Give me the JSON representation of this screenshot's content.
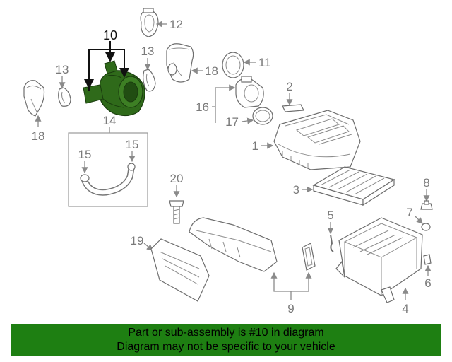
{
  "colors": {
    "banner": "#1e7f12",
    "highlight_part": "#2f6a1a",
    "lines": "#8a8a8a"
  },
  "labels": {
    "l1": "1",
    "l2": "2",
    "l3": "3",
    "l4": "4",
    "l5": "5",
    "l6": "6",
    "l7": "7",
    "l8": "8",
    "l9": "9",
    "l10": "10",
    "l11": "11",
    "l12": "12",
    "l13a": "13",
    "l13b": "13",
    "l14": "14",
    "l15a": "15",
    "l15b": "15",
    "l16": "16",
    "l17": "17",
    "l18a": "18",
    "l18b": "18",
    "l19": "19",
    "l20": "20"
  },
  "footer": {
    "line1": "Part or sub-assembly is #10 in diagram",
    "line2": "Diagram may not be specific to your vehicle"
  }
}
